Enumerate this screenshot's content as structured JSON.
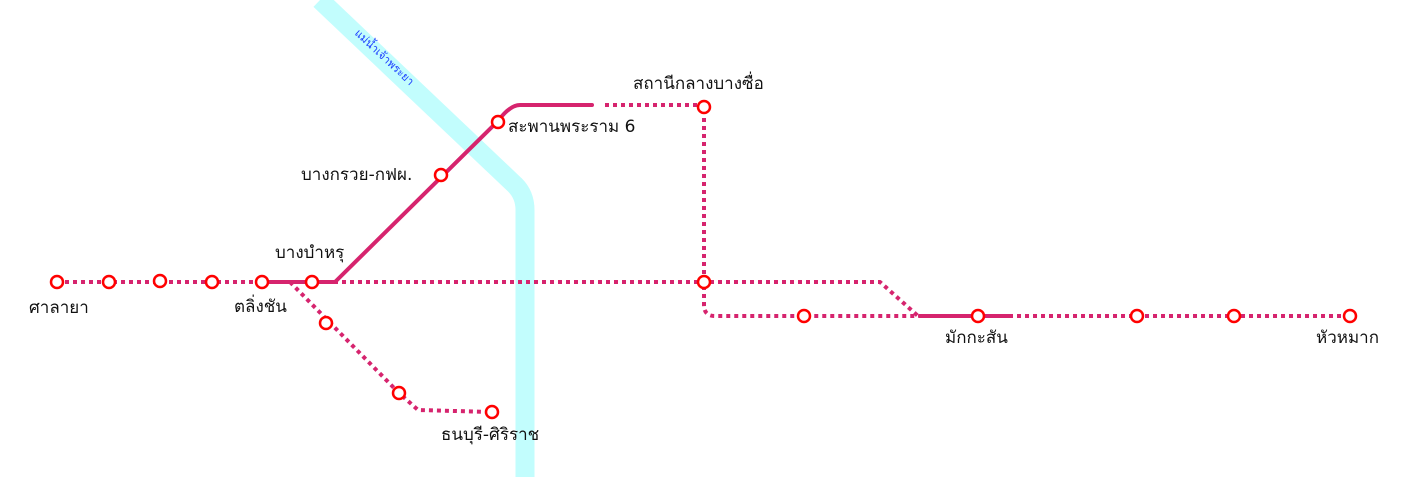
{
  "colors": {
    "line": "#d6246e",
    "station_stroke": "#ff0000",
    "river": "#c2fdfd",
    "river_label": "#1a3cff",
    "text": "#111111"
  },
  "river": {
    "name": "แม่น้ำเจ้าพระยา"
  },
  "labels": {
    "salaya": "ศาลายา",
    "taling_chan": "ตลิ่งชัน",
    "bang_bamru": "บางบำหรุ",
    "bang_kruai": "บางกรวย-กฟผ.",
    "rama6": "สะพานพระราม 6",
    "bang_sue": "สถานีกลางบางซื่อ",
    "thonburi_siriraj": "ธนบุรี-ศิริราช",
    "makkasan": "มักกะสัน",
    "hua_mak": "หัวหมาก"
  }
}
